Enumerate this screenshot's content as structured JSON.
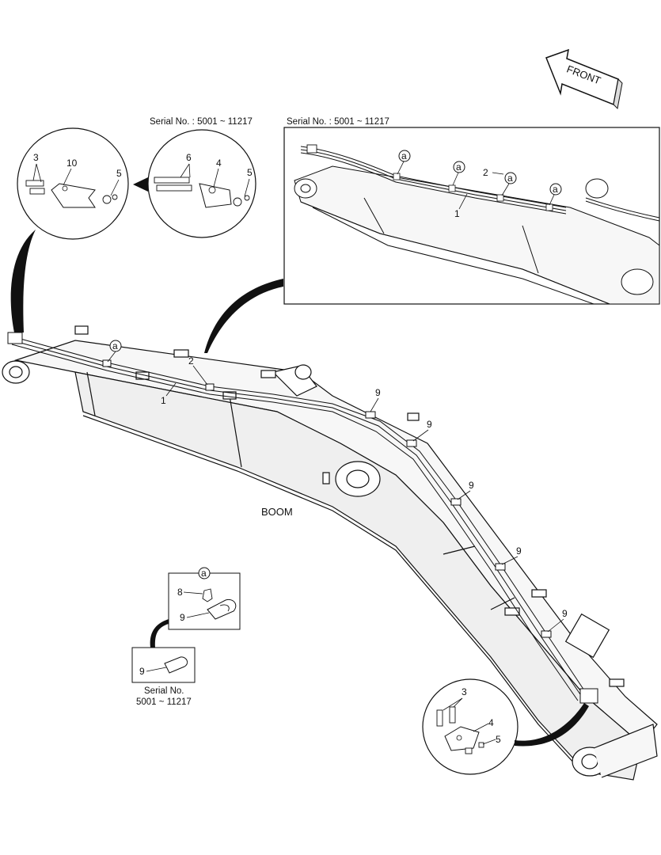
{
  "front_arrow": {
    "label": "FRONT"
  },
  "serial_top_left": "Serial No. : 5001 ~ 11217",
  "serial_top_right": "Serial No. : 5001 ~ 11217",
  "boom_label": "BOOM",
  "callout_a": "a",
  "serial_bottom": {
    "line1": "Serial No.",
    "line2": "5001 ~ 11217"
  },
  "parts": {
    "p1": "1",
    "p2": "2",
    "p3": "3",
    "p4": "4",
    "p5": "5",
    "p6": "6",
    "p8": "8",
    "p9": "9",
    "p10": "10"
  }
}
